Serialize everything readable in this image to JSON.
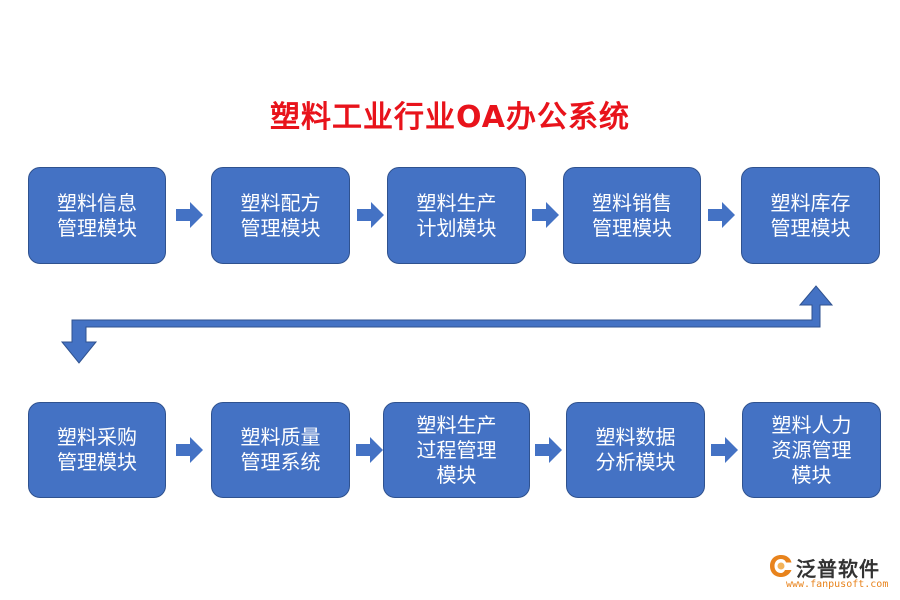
{
  "title": "塑料工业行业OA办公系统",
  "row1": [
    {
      "line1": "塑料信息",
      "line2": "管理模块"
    },
    {
      "line1": "塑料配方",
      "line2": "管理模块"
    },
    {
      "line1": "塑料生产",
      "line2": "计划模块"
    },
    {
      "line1": "塑料销售",
      "line2": "管理模块"
    },
    {
      "line1": "塑料库存",
      "line2": "管理模块"
    }
  ],
  "row2": [
    {
      "line1": "塑料采购",
      "line2": "管理模块"
    },
    {
      "line1": "塑料质量",
      "line2": "管理系统"
    },
    {
      "line1": "塑料生产",
      "line2": "过程管理",
      "line3": "模块"
    },
    {
      "line1": "塑料数据",
      "line2": "分析模块"
    },
    {
      "line1": "塑料人力",
      "line2": "资源管理",
      "line3": "模块"
    }
  ],
  "logo": {
    "name": "泛普软件",
    "url": "www.fanpusoft.com"
  },
  "colors": {
    "box_fill": "#4472c4",
    "box_border": "#2f528f",
    "title": "#e8131b",
    "arrow": "#4472c4"
  }
}
